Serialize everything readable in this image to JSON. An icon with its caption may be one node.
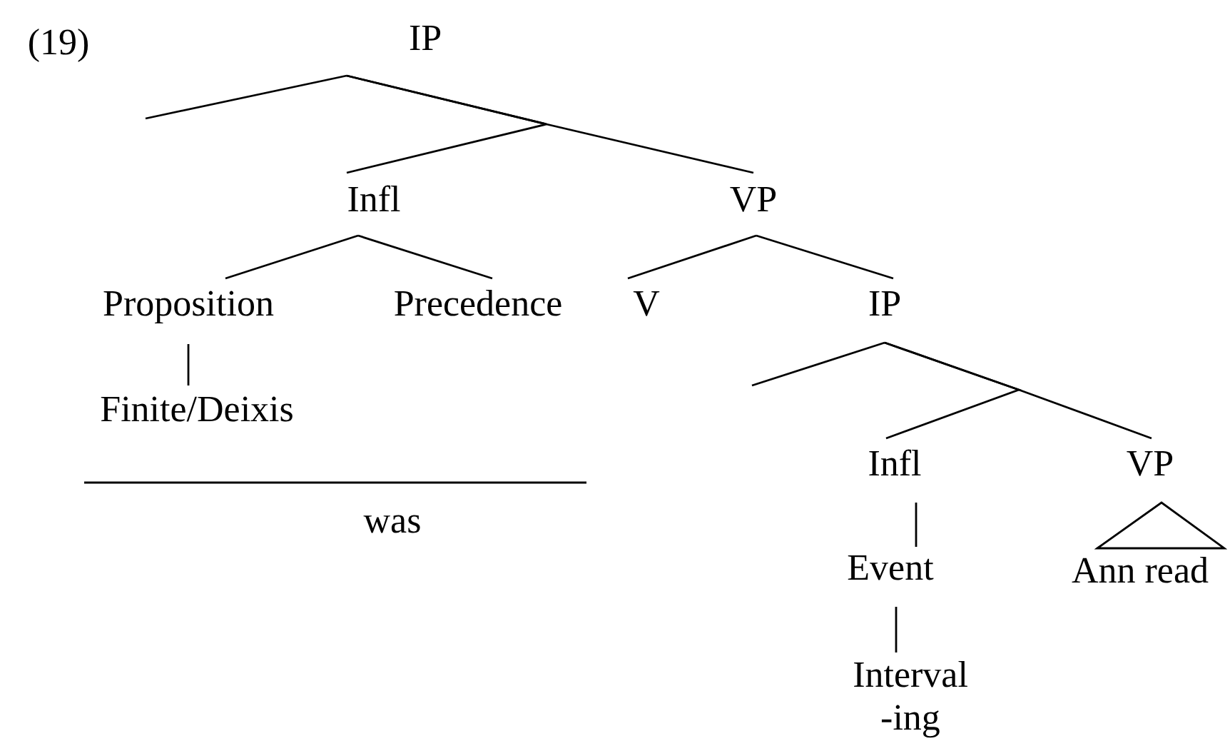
{
  "diagram": {
    "nodes": [
      {
        "text": [
          "IP"
        ]
      },
      {
        "text": [
          "Infl"
        ]
      },
      {
        "text": [
          "VP"
        ]
      },
      {
        "text": [
          "Proposition"
        ]
      },
      {
        "text": [
          "Precedence"
        ]
      },
      {
        "text": [
          "V"
        ]
      },
      {
        "text": [
          "IP"
        ]
      },
      {
        "text": [
          "Finite/Deixis"
        ]
      },
      {
        "text": [
          "Infl"
        ]
      },
      {
        "text": [
          "VP"
        ]
      },
      {
        "text": [
          "Event"
        ]
      },
      {
        "text": [
          "Ann read"
        ]
      },
      {
        "text": [
          "Interval",
          "-ing"
        ]
      }
    ],
    "edges": [
      {
        "from": 0,
        "to": null,
        "arrow": "none"
      },
      {
        "from": 0,
        "to": 1,
        "arrow": "none"
      },
      {
        "from": 0,
        "to": 2,
        "arrow": "none"
      },
      {
        "from": 1,
        "to": 3,
        "arrow": "none"
      },
      {
        "from": 1,
        "to": 4,
        "arrow": "none"
      },
      {
        "from": 3,
        "to": 7,
        "arrow": "none"
      },
      {
        "from": 2,
        "to": 5,
        "arrow": "none"
      },
      {
        "from": 2,
        "to": 6,
        "arrow": "none"
      },
      {
        "from": 6,
        "to": null,
        "arrow": "none"
      },
      {
        "from": 6,
        "to": 8,
        "arrow": "none"
      },
      {
        "from": 6,
        "to": 9,
        "arrow": "none"
      },
      {
        "from": 8,
        "to": 10,
        "arrow": "none"
      },
      {
        "from": 10,
        "to": 12,
        "arrow": "none"
      },
      {
        "from": 9,
        "to": 11,
        "arrow": "none"
      }
    ],
    "labels": [
      "(19)",
      "was"
    ]
  }
}
